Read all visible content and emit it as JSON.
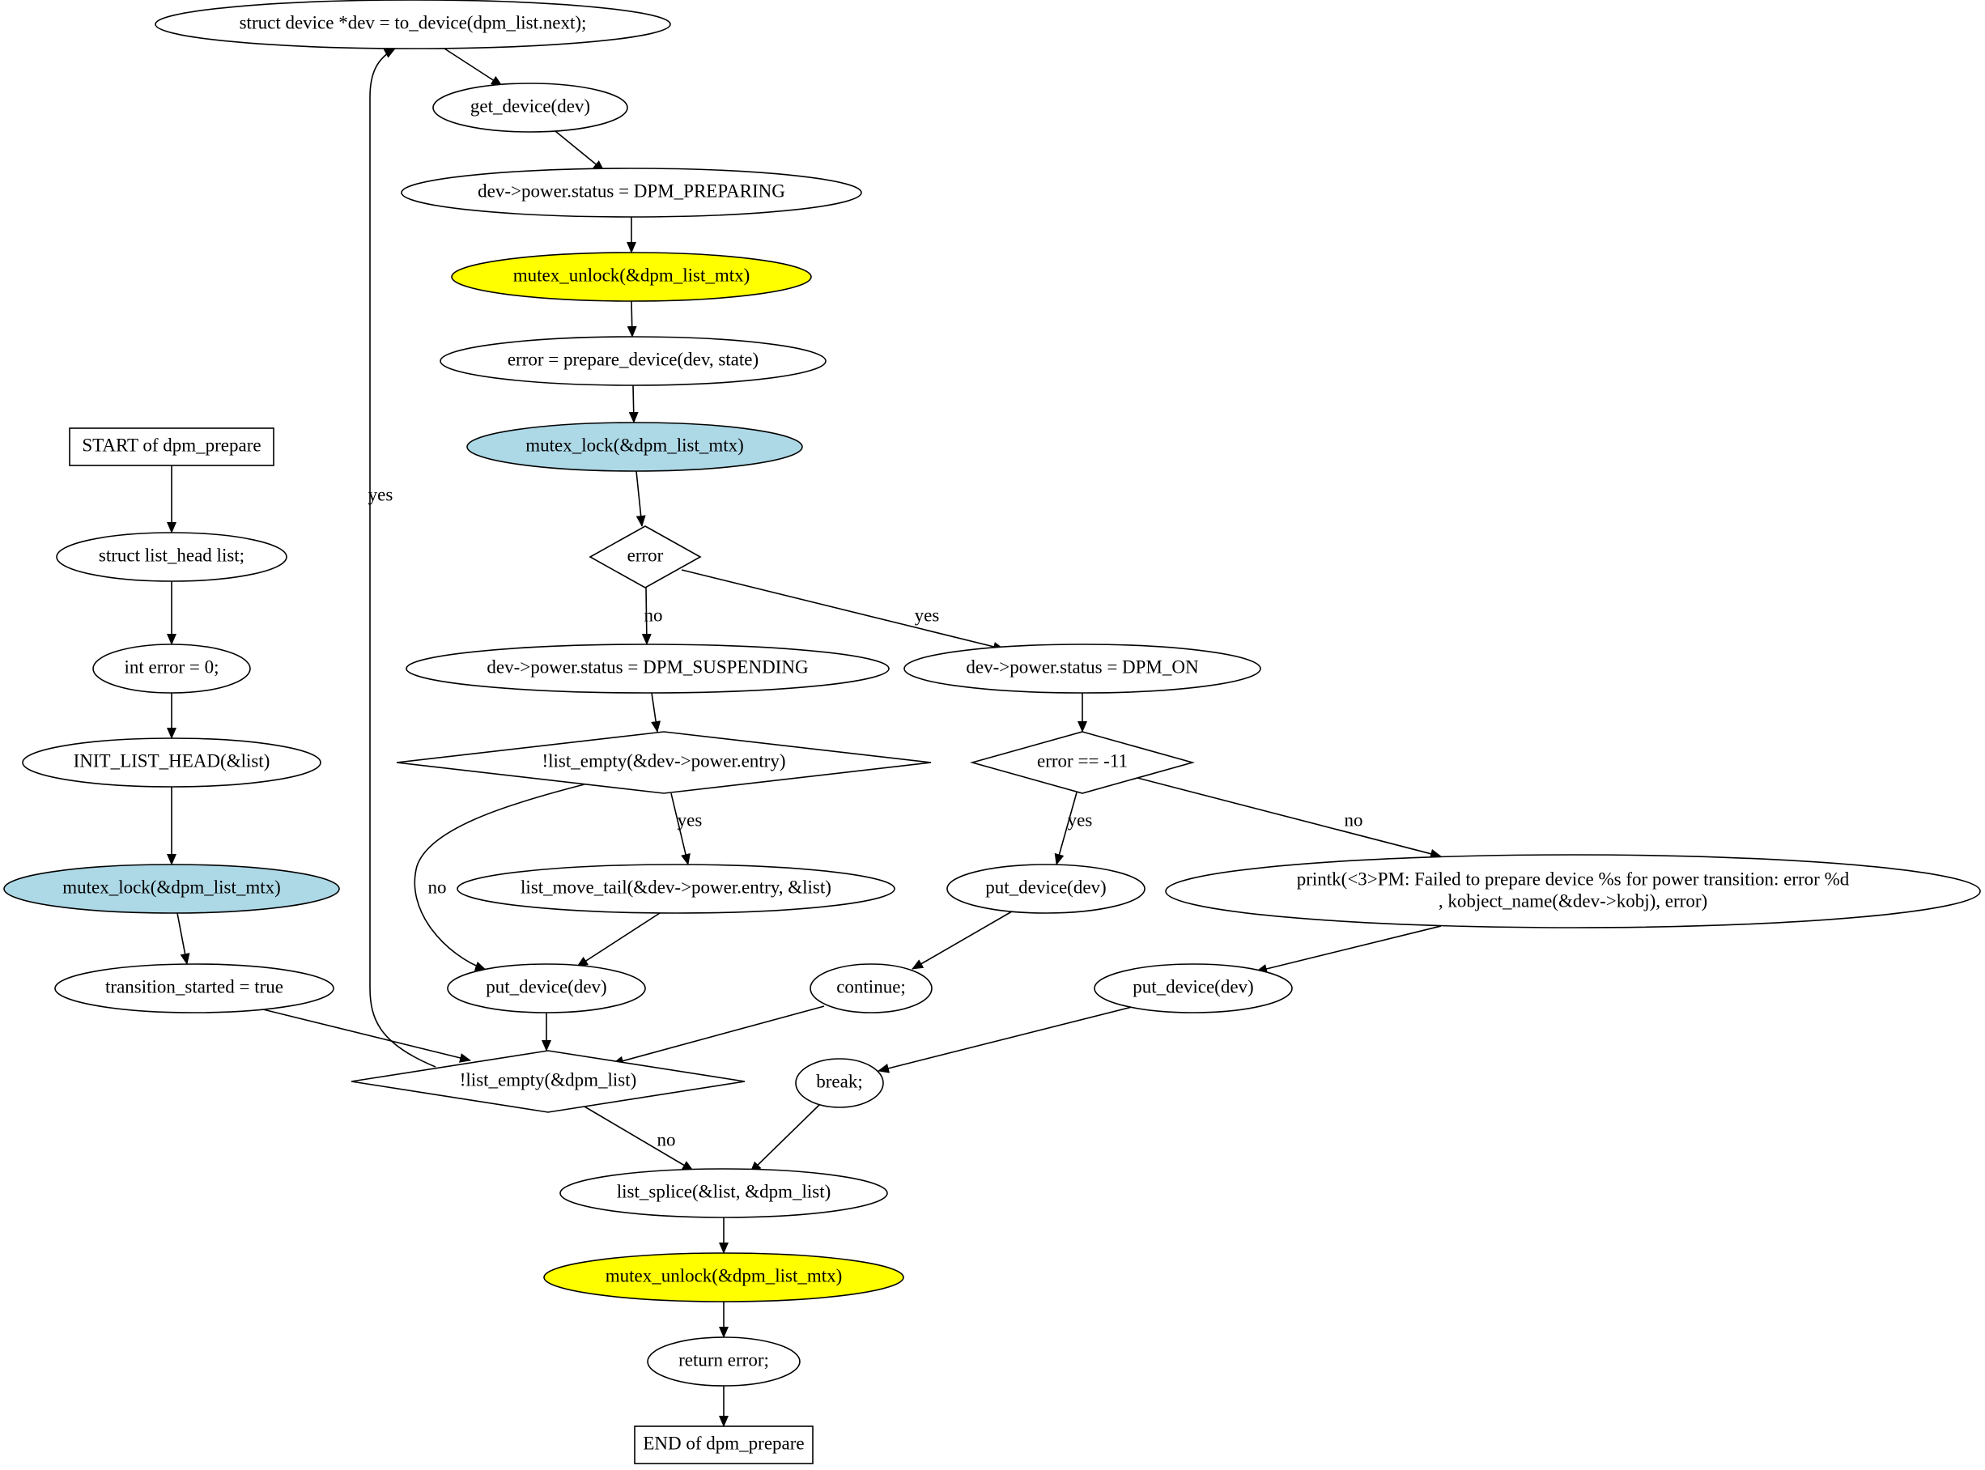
{
  "diagram": {
    "nodes": [
      {
        "id": "start",
        "shape": "rect",
        "label": "START of dpm_prepare",
        "fill": "#ffffff"
      },
      {
        "id": "list_decl",
        "shape": "ellipse",
        "label": "struct list_head list;",
        "fill": "#ffffff"
      },
      {
        "id": "error_decl",
        "shape": "ellipse",
        "label": "int error = 0;",
        "fill": "#ffffff"
      },
      {
        "id": "init_head",
        "shape": "ellipse",
        "label": "INIT_LIST_HEAD(&list)",
        "fill": "#ffffff"
      },
      {
        "id": "lock1",
        "shape": "ellipse",
        "label": "mutex_lock(&dpm_list_mtx)",
        "fill": "#add8e6"
      },
      {
        "id": "transition",
        "shape": "ellipse",
        "label": "transition_started = true",
        "fill": "#ffffff"
      },
      {
        "id": "loop_check",
        "shape": "diamond",
        "label": "!list_empty(&dpm_list)",
        "fill": "#ffffff"
      },
      {
        "id": "dev_decl",
        "shape": "ellipse",
        "label": "struct device *dev = to_device(dpm_list.next);",
        "fill": "#ffffff"
      },
      {
        "id": "get_dev",
        "shape": "ellipse",
        "label": "get_device(dev)",
        "fill": "#ffffff"
      },
      {
        "id": "status_prep",
        "shape": "ellipse",
        "label": "dev->power.status = DPM_PREPARING",
        "fill": "#ffffff"
      },
      {
        "id": "unlock1",
        "shape": "ellipse",
        "label": "mutex_unlock(&dpm_list_mtx)",
        "fill": "#ffff00"
      },
      {
        "id": "prep_call",
        "shape": "ellipse",
        "label": "error = prepare_device(dev, state)",
        "fill": "#ffffff"
      },
      {
        "id": "lock2",
        "shape": "ellipse",
        "label": "mutex_lock(&dpm_list_mtx)",
        "fill": "#add8e6"
      },
      {
        "id": "err_check",
        "shape": "diamond",
        "label": "error",
        "fill": "#ffffff"
      },
      {
        "id": "status_susp",
        "shape": "ellipse",
        "label": "dev->power.status = DPM_SUSPENDING",
        "fill": "#ffffff"
      },
      {
        "id": "status_on",
        "shape": "ellipse",
        "label": "dev->power.status = DPM_ON",
        "fill": "#ffffff"
      },
      {
        "id": "entry_check",
        "shape": "diamond",
        "label": "!list_empty(&dev->power.entry)",
        "fill": "#ffffff"
      },
      {
        "id": "eagain_check",
        "shape": "diamond",
        "label": "error == -11",
        "fill": "#ffffff"
      },
      {
        "id": "move_tail",
        "shape": "ellipse",
        "label": "list_move_tail(&dev->power.entry, &list)",
        "fill": "#ffffff"
      },
      {
        "id": "put_a",
        "shape": "ellipse",
        "label": "put_device(dev)",
        "fill": "#ffffff"
      },
      {
        "id": "printk",
        "shape": "ellipse",
        "label": "printk(<3>PM: Failed to prepare device %s for power transition: error %d",
        "label2": ", kobject_name(&dev->kobj), error)",
        "fill": "#ffffff"
      },
      {
        "id": "put_b",
        "shape": "ellipse",
        "label": "put_device(dev)",
        "fill": "#ffffff"
      },
      {
        "id": "continue",
        "shape": "ellipse",
        "label": "continue;",
        "fill": "#ffffff"
      },
      {
        "id": "put_c",
        "shape": "ellipse",
        "label": "put_device(dev)",
        "fill": "#ffffff"
      },
      {
        "id": "break",
        "shape": "ellipse",
        "label": "break;",
        "fill": "#ffffff"
      },
      {
        "id": "splice",
        "shape": "ellipse",
        "label": "list_splice(&list, &dpm_list)",
        "fill": "#ffffff"
      },
      {
        "id": "unlock2",
        "shape": "ellipse",
        "label": "mutex_unlock(&dpm_list_mtx)",
        "fill": "#ffff00"
      },
      {
        "id": "return",
        "shape": "ellipse",
        "label": "return error;",
        "fill": "#ffffff"
      },
      {
        "id": "end",
        "shape": "rect",
        "label": "END of dpm_prepare",
        "fill": "#ffffff"
      }
    ],
    "edges": [
      {
        "id": "e_start_list",
        "from": "start",
        "to": "list_decl",
        "label": ""
      },
      {
        "id": "e_list_error",
        "from": "list_decl",
        "to": "error_decl",
        "label": ""
      },
      {
        "id": "e_error_init",
        "from": "error_decl",
        "to": "init_head",
        "label": ""
      },
      {
        "id": "e_init_lock",
        "from": "init_head",
        "to": "lock1",
        "label": ""
      },
      {
        "id": "e_lock_trans",
        "from": "lock1",
        "to": "transition",
        "label": ""
      },
      {
        "id": "e_trans_loop",
        "from": "transition",
        "to": "loop_check",
        "label": ""
      },
      {
        "id": "e_loop_yes",
        "from": "loop_check",
        "to": "dev_decl",
        "label": "yes"
      },
      {
        "id": "e_loop_no",
        "from": "loop_check",
        "to": "splice",
        "label": "no"
      },
      {
        "id": "e_dev_get",
        "from": "dev_decl",
        "to": "get_dev",
        "label": ""
      },
      {
        "id": "e_get_status",
        "from": "get_dev",
        "to": "status_prep",
        "label": ""
      },
      {
        "id": "e_status_unlock",
        "from": "status_prep",
        "to": "unlock1",
        "label": ""
      },
      {
        "id": "e_unlock_prep",
        "from": "unlock1",
        "to": "prep_call",
        "label": ""
      },
      {
        "id": "e_prep_lock",
        "from": "prep_call",
        "to": "lock2",
        "label": ""
      },
      {
        "id": "e_lock_err",
        "from": "lock2",
        "to": "err_check",
        "label": ""
      },
      {
        "id": "e_err_no",
        "from": "err_check",
        "to": "status_susp",
        "label": "no"
      },
      {
        "id": "e_err_yes",
        "from": "err_check",
        "to": "status_on",
        "label": "yes"
      },
      {
        "id": "e_susp_entry",
        "from": "status_susp",
        "to": "entry_check",
        "label": ""
      },
      {
        "id": "e_entry_yes",
        "from": "entry_check",
        "to": "move_tail",
        "label": "yes"
      },
      {
        "id": "e_entry_no",
        "from": "entry_check",
        "to": "put_c",
        "label": "no"
      },
      {
        "id": "e_move_put",
        "from": "move_tail",
        "to": "put_c",
        "label": ""
      },
      {
        "id": "e_putc_loop",
        "from": "put_c",
        "to": "loop_check",
        "label": ""
      },
      {
        "id": "e_on_eagain",
        "from": "status_on",
        "to": "eagain_check",
        "label": ""
      },
      {
        "id": "e_eagain_yes",
        "from": "eagain_check",
        "to": "put_a",
        "label": "yes"
      },
      {
        "id": "e_eagain_no",
        "from": "eagain_check",
        "to": "printk",
        "label": "no"
      },
      {
        "id": "e_puta_cont",
        "from": "put_a",
        "to": "continue",
        "label": ""
      },
      {
        "id": "e_cont_loop",
        "from": "continue",
        "to": "loop_check",
        "label": ""
      },
      {
        "id": "e_printk_putb",
        "from": "printk",
        "to": "put_b",
        "label": ""
      },
      {
        "id": "e_putb_break",
        "from": "put_b",
        "to": "break",
        "label": ""
      },
      {
        "id": "e_break_splice",
        "from": "break",
        "to": "splice",
        "label": ""
      },
      {
        "id": "e_splice_unlock",
        "from": "splice",
        "to": "unlock2",
        "label": ""
      },
      {
        "id": "e_unlock_return",
        "from": "unlock2",
        "to": "return",
        "label": ""
      },
      {
        "id": "e_return_end",
        "from": "return",
        "to": "end",
        "label": ""
      }
    ]
  }
}
